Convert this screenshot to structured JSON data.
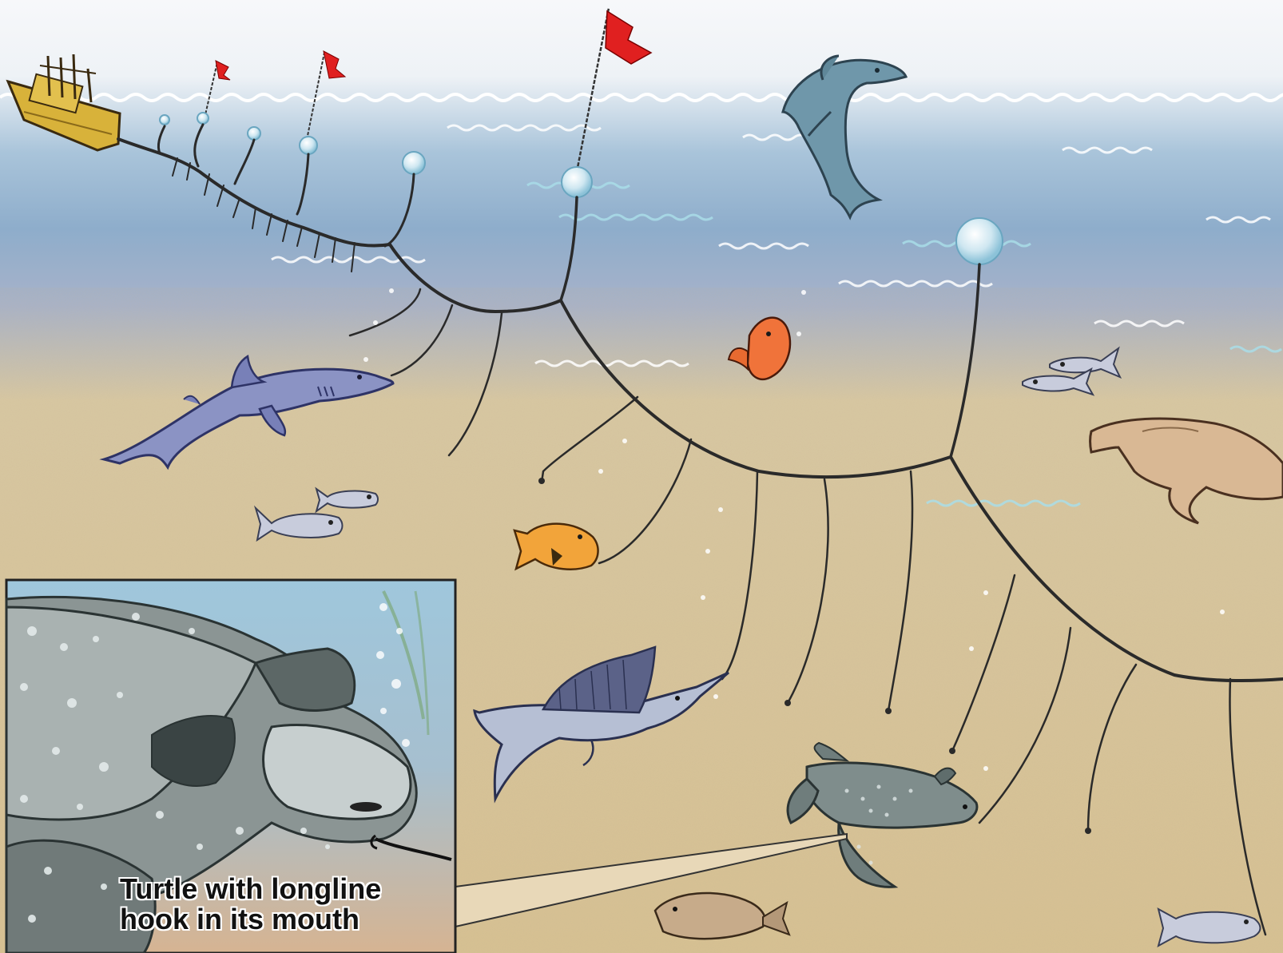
{
  "inset": {
    "caption_line1": "Turtle with longline",
    "caption_line2": "hook in its mouth"
  },
  "colors": {
    "sky": "#f4f6f8",
    "water": "#8fb0cc",
    "seafloor": "#d9c397",
    "line": "#2a2a2a",
    "flag": "#e02020",
    "boat": "#d8b23a",
    "turtle": "#7f8d8c"
  },
  "scene_elements": [
    "fishing-boat",
    "marker-flags",
    "buoys",
    "longline",
    "branch-lines",
    "dolphin",
    "shark",
    "sailfish",
    "leatherback-turtle",
    "sea-lion",
    "small-fish",
    "flatfish"
  ]
}
